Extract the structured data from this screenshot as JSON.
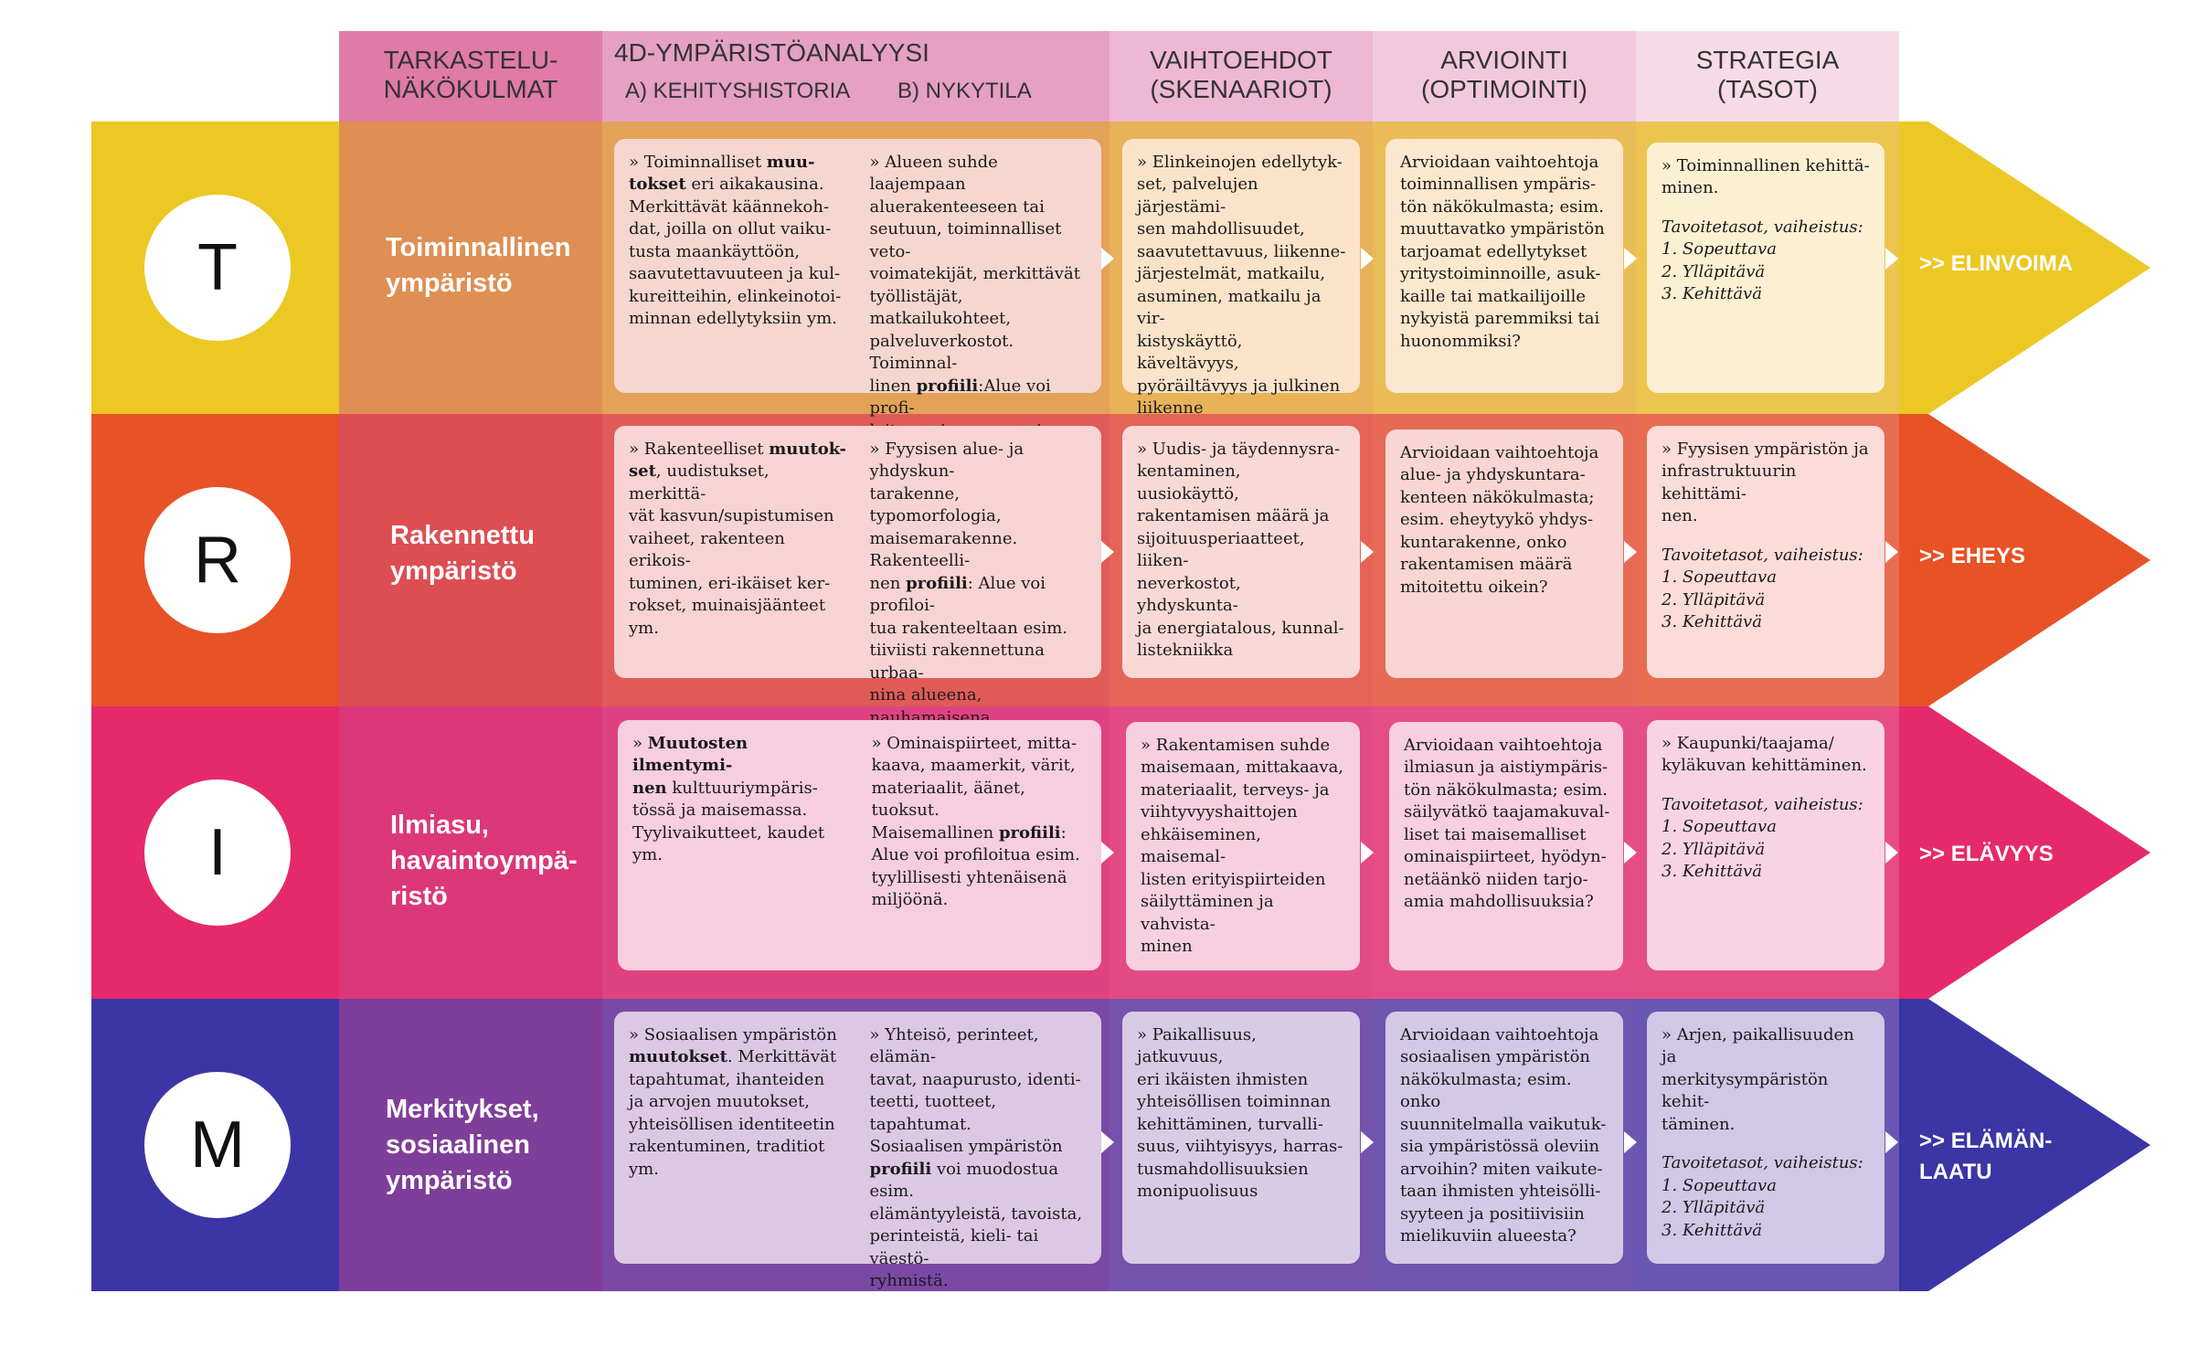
{
  "header": {
    "col1": "TARKASTELU-\nNÄKÖKULMAT",
    "col2_title": "4D-YMPÄRISTÖANALYYSI",
    "col2_sub_a": "A) KEHITYSHISTORIA",
    "col2_sub_b": "B) NYKYTILA",
    "col3": "VAIHTOEHDOT\n(SKENAARIOT)",
    "col4": "ARVIOINTI\n(OPTIMOINTI)",
    "col5": "STRATEGIA\n(TASOT)"
  },
  "rows": [
    {
      "letter": "T",
      "label": "Toiminnallinen\nympäristö",
      "history_pre": "» Toiminnalliset ",
      "history_bold": "muu-\ntokset",
      "history_post": " eri aikakausina.\nMerkittävät käännekoh-\ndat, joilla on ollut vaiku-\ntusta maankäyttöön,\nsaavutettavuuteen ja kul-\nkureitteihin, elinkeinotoi-\nminnan edellytyksiin ym.",
      "current_pre": "»  Alueen suhde laajempaan\naluerakenteeseen tai\nseutuun, toiminnalliset veto-\nvoimatekijät, merkittävät\ntyöllistäjät, matkailukohteet,\npalveluverkostot. Toiminnal-\nlinen ",
      "current_bold": "profiili",
      "current_post": ":Alue voi profi-\nloitua esim. vapaa-ajan\nmahdollisuuksia korostavana\ntai maatalousvaltaisena.",
      "options": "» Elinkeinojen edellytyk-\nset, palvelujen järjestämi-\nsen mahdollisuudet,\nsaavutettavuus, liikenne-\njärjestelmät,  matkailu,\nasuminen, matkailu ja vir-\nkistyskäyttö, käveltävyys,\npyöräiltävyys ja julkinen\nliikenne",
      "evaluation": "Arvioidaan vaihtoehtoja\ntoiminnallisen ympäris-\ntön näkökulmasta; esim.\nmuuttavatko ympäristön\ntarjoamat edellytykset\nyritystoiminnoille, asuk-\nkaille tai matkailijoille\nnykyistä paremmiksi tai\nhuonommiksi?",
      "strategy": "» Toiminnallinen kehittä-\nminen.",
      "levels_title": "Tavoitetasot, vaiheistus:",
      "levels": "1. Sopeuttava\n2. Ylläpitävä\n3. Kehittävä",
      "goal": ">> ELINVOIMA"
    },
    {
      "letter": "R",
      "label": "Rakennettu\nympäristö",
      "history_pre": "» Rakenteelliset ",
      "history_bold": "muutok-\nset",
      "history_post": ", uudistukset, merkittä-\nvät kasvun/supistumisen\nvaiheet, rakenteen erikois-\ntuminen, eri-ikäiset ker-\nrokset, muinaisjäänteet\nym.",
      "current_pre": "» Fyysisen alue- ja yhdyskun-\ntarakenne, typomorfologia,\nmaisemarakenne. Rakenteelli-\nnen ",
      "current_bold": "profiili",
      "current_post": ": Alue voi profiloi-\ntua rakenteeltaan esim.\ntiiviisti rakennettuna urbaa-\nnina alueena, nauhamaisena,\nhajanaisena tai lähiömäisenä\nalueena.",
      "options": "»  Uudis- ja täydennysra-\nkentaminen, uusiokäyttö,\nrakentamisen määrä ja\nsijoituusperiaatteet,  liiken-\nneverkostot, yhdyskunta-\nja energiatalous, kunnal-\nlistekniikka",
      "evaluation": "Arvioidaan vaihtoehtoja\nalue- ja yhdyskuntara-\nkenteen näkökulmasta;\nesim. eheytyykö yhdys-\nkuntarakenne,  onko\nrakentamisen määrä\nmitoitettu oikein?",
      "strategy": "» Fyysisen ympäristön ja\ninfrastruktuurin kehittämi-\nnen.",
      "levels_title": "Tavoitetasot, vaiheistus:",
      "levels": "1. Sopeuttava\n2. Ylläpitävä\n3. Kehittävä",
      "goal": ">> EHEYS"
    },
    {
      "letter": "I",
      "label": "Ilmiasu,\nhavaintoympä-\nristö",
      "history_pre": "» ",
      "history_bold": "Muutosten ilmentymi-\nnen",
      "history_post": " kulttuuriympäris-\ntössä ja maisemassa.\nTyylivaikutteet, kaudet\nym.",
      "current_pre": "» Ominaispiirteet, mitta-\nkaava, maamerkit, värit,\nmateriaalit, äänet, tuoksut.\nMaisemallinen ",
      "current_bold": "profiili",
      "current_post": ":\nAlue voi profiloitua esim.\ntyylillisesti yhtenäisenä\nmiljöönä.",
      "options": "»  Rakentamisen suhde\nmaisemaan,  mittakaava,\nmateriaalit, terveys- ja\nviihtyvyyshaittojen\nehkäiseminen, maisemal-\nlisten erityispiirteiden\nsäilyttäminen ja vahvista-\nminen",
      "evaluation": "Arvioidaan vaihtoehtoja\nilmiasun ja aistiympäris-\ntön näkökulmasta; esim.\nsäilyvätkö taajamakuval-\nliset tai maisemalliset\nominaispiirteet, hyödyn-\nnetäänkö niiden tarjo-\namia mahdollisuuksia?",
      "strategy": "» Kaupunki/taajama/\nkyläkuvan kehittäminen.",
      "levels_title": "Tavoitetasot, vaiheistus:",
      "levels": "1. Sopeuttava\n2. Ylläpitävä\n3. Kehittävä",
      "goal": ">> ELÄVYYS"
    },
    {
      "letter": "M",
      "label": "Merkitykset,\nsosiaalinen\nympäristö",
      "history_pre": "» Sosiaalisen ympäristön\n",
      "history_bold": "muutokset",
      "history_post": ". Merkittävät\ntapahtumat, ihanteiden\nja arvojen muutokset,\nyhteisöllisen identiteetin\nrakentuminen, traditiot\nym.",
      "current_pre": "» Yhteisö, perinteet, elämän-\ntavat, naapurusto, identi-\nteetti, tuotteet, tapahtumat.\nSosiaalisen ympäristön\n",
      "current_bold": "profiili",
      "current_post": " voi muodostua esim.\nelämäntyyleistä, tavoista,\nperinteistä, kieli- tai väestö-\nryhmistä.",
      "options": "»  Paikallisuus, jatkuvuus,\neri ikäisten ihmisten\nyhteisöllisen toiminnan\nkehittäminen, turvalli-\nsuus, viihtyisyys, harras-\ntusmahdollisuuksien\nmonipuolisuus",
      "evaluation": "Arvioidaan vaihtoehtoja\nsosiaalisen ympäristön\nnäkökulmasta; esim. onko\nsuunnitelmalla vaikutuk-\nsia ympäristössä oleviin\narvoihin? miten vaikute-\ntaan ihmisten yhteisölli-\nsyyteen ja positiivisiin\nmielikuviin alueesta?",
      "strategy": "» Arjen, paikallisuuden ja\nmerkitysympäristön kehit-\ntäminen.",
      "levels_title": "Tavoitetasot, vaiheistus:",
      "levels": "1. Sopeuttava\n2. Ylläpitävä\n3. Kehittävä",
      "goal": ">> ELÄMÄN-\nLAATU"
    }
  ],
  "colors": {
    "row_T": "#ecc825",
    "row_R": "#e75226",
    "row_I": "#e6296a",
    "row_M": "#3c35a6"
  }
}
